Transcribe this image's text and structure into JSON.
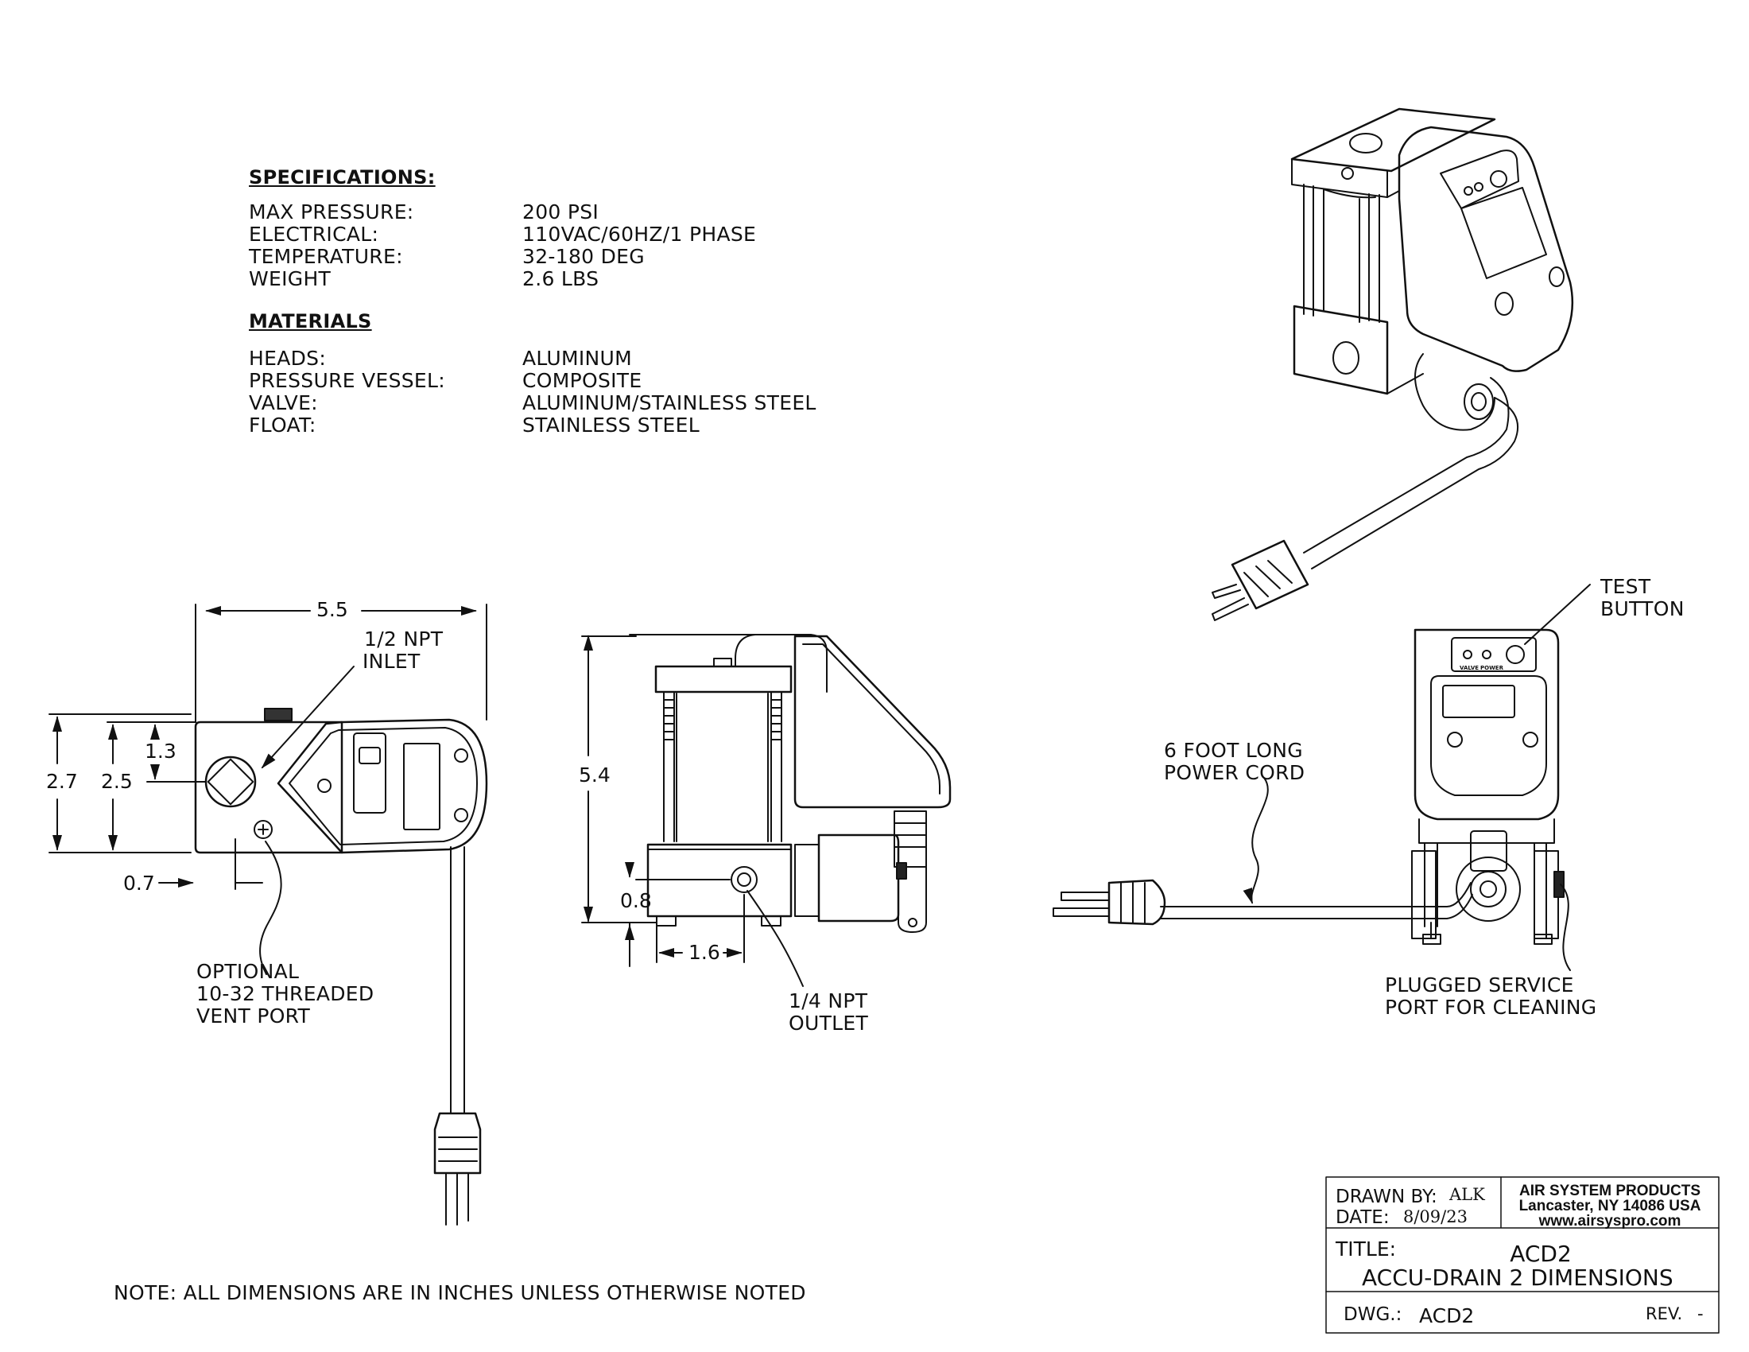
{
  "specifications": {
    "heading": "SPECIFICATIONS:",
    "rows": [
      {
        "label": "MAX PRESSURE:",
        "value": "200 PSI"
      },
      {
        "label": "ELECTRICAL:",
        "value": "110VAC/60HZ/1 PHASE"
      },
      {
        "label": "TEMPERATURE:",
        "value": "32-180 DEG"
      },
      {
        "label": "WEIGHT",
        "value": "2.6 LBS"
      }
    ]
  },
  "materials": {
    "heading": "MATERIALS",
    "rows": [
      {
        "label": "HEADS:",
        "value": "ALUMINUM"
      },
      {
        "label": "PRESSURE VESSEL:",
        "value": "COMPOSITE"
      },
      {
        "label": "VALVE:",
        "value": "ALUMINUM/STAINLESS STEEL"
      },
      {
        "label": "FLOAT:",
        "value": "STAINLESS STEEL"
      }
    ]
  },
  "dimensions": {
    "top_width": "5.5",
    "left_outer": "2.7",
    "left_inner": "2.5",
    "upper": "1.3",
    "vent_offset": "0.7",
    "height": "5.4",
    "outlet_height": "0.8",
    "outlet_offset": "1.6"
  },
  "callouts": {
    "inlet": [
      "1/2 NPT",
      "INLET"
    ],
    "vent": [
      "OPTIONAL",
      "10-32 THREADED",
      "VENT PORT"
    ],
    "outlet": [
      "1/4 NPT",
      "OUTLET"
    ],
    "test": [
      "TEST",
      "BUTTON"
    ],
    "cord": [
      "6 FOOT LONG",
      "POWER CORD"
    ],
    "service": [
      "PLUGGED SERVICE",
      "PORT FOR CLEANING"
    ]
  },
  "panel_labels": {
    "valve": "VALVE",
    "power": "POWER"
  },
  "note": "NOTE: ALL DIMENSIONS ARE IN INCHES UNLESS OTHERWISE NOTED",
  "title_block": {
    "drawn_by_label": "DRAWN BY:",
    "drawn_by": "ALK",
    "date_label": "DATE:",
    "date": "8/09/23",
    "company": "AIR SYSTEM PRODUCTS",
    "address": "Lancaster, NY 14086 USA",
    "website": "www.airsyspro.com",
    "title_label": "TITLE:",
    "title_line1": "ACD2",
    "title_line2": "ACCU-DRAIN 2 DIMENSIONS",
    "dwg_label": "DWG.:",
    "dwg": "ACD2",
    "rev_label": "REV.",
    "rev": "-"
  }
}
